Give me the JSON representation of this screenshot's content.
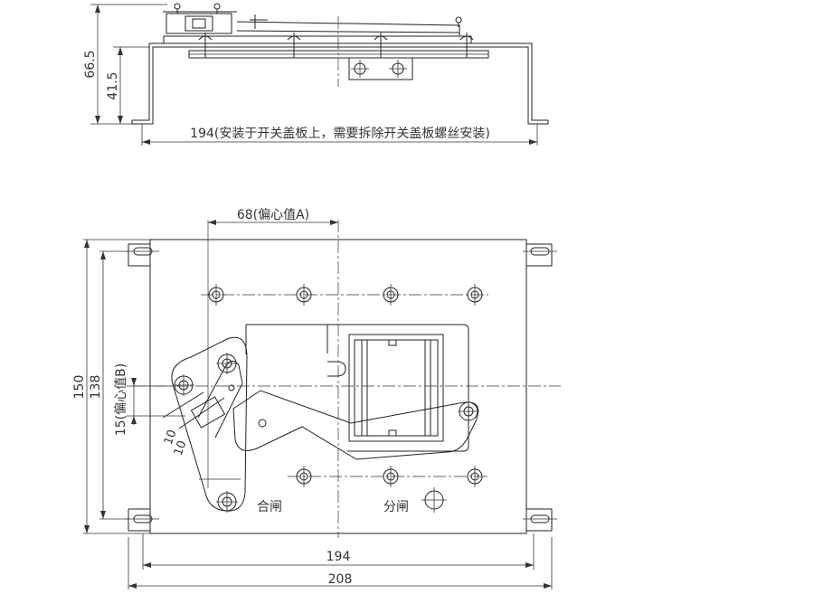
{
  "side_view": {
    "dim_height_total": "66.5",
    "dim_height_lower": "41.5",
    "dim_width_note": "194(安装于开关盖板上，需要拆除开关盖板螺丝安装)"
  },
  "top_view": {
    "dim_eccentric_a": "68(偏心值A)",
    "dim_eccentric_b": "15(偏心值B)",
    "dim_height_outer": "150",
    "dim_height_inner": "138",
    "dim_width_inner": "194",
    "dim_width_outer": "208",
    "angle_label_1": "10",
    "angle_label_2": "10",
    "close_label": "合闸",
    "open_label": "分闸"
  }
}
